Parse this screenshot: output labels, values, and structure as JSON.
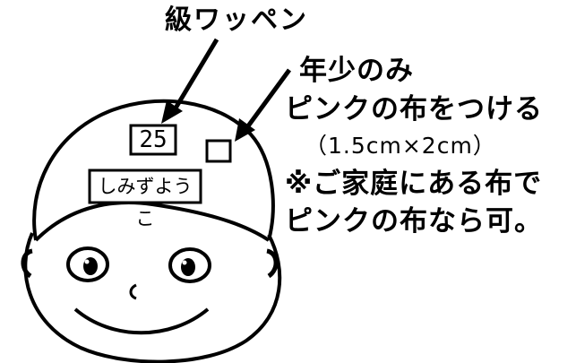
{
  "labels": {
    "badge_title": "級ワッペン",
    "note_line1": "年少のみ",
    "note_line2": "ピンクの布をつける",
    "note_line3": "（1.5cm×2cm）",
    "note_line4": "※ご家庭にある布で",
    "note_line5": "ピンクの布なら可。"
  },
  "hat": {
    "badge_number": "25",
    "name_tag": "しみずようこ"
  },
  "colors": {
    "ink": "#000000",
    "paper": "#ffffff"
  }
}
